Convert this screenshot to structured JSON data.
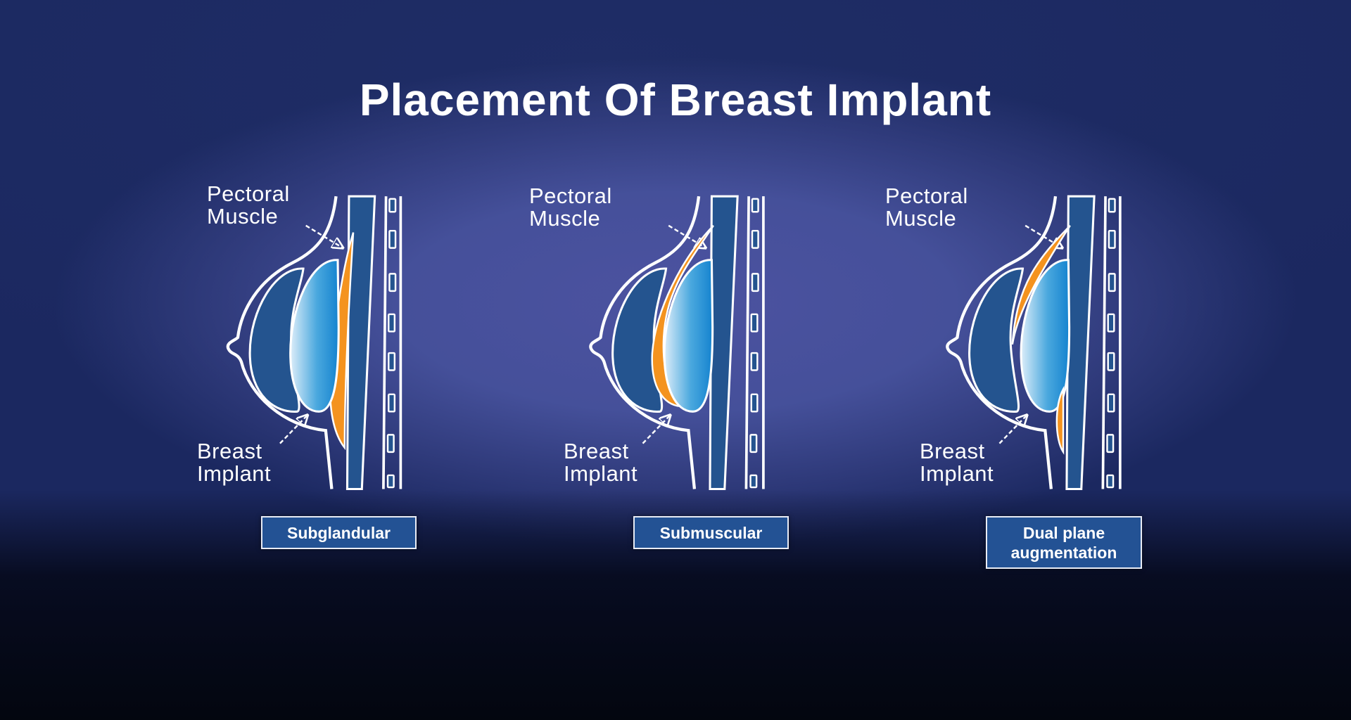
{
  "title": "Placement Of Breast Implant",
  "diagrams": [
    {
      "top_label": [
        "Pectoral",
        "Muscle"
      ],
      "bottom_label": [
        "Breast",
        "Implant"
      ],
      "caption": "Subglandular"
    },
    {
      "top_label": [
        "Pectoral",
        "Muscle"
      ],
      "bottom_label": [
        "Breast",
        "Implant"
      ],
      "caption": "Submuscular"
    },
    {
      "top_label": [
        "Pectoral",
        "Muscle"
      ],
      "bottom_label": [
        "Breast",
        "Implant"
      ],
      "caption": "Dual plane augmentation"
    }
  ],
  "colors": {
    "muscle": "#f4931f",
    "gland": "#24548f",
    "implant_light": "#d8ecf8",
    "implant_dark": "#1a8ad4",
    "outline": "#ffffff"
  }
}
